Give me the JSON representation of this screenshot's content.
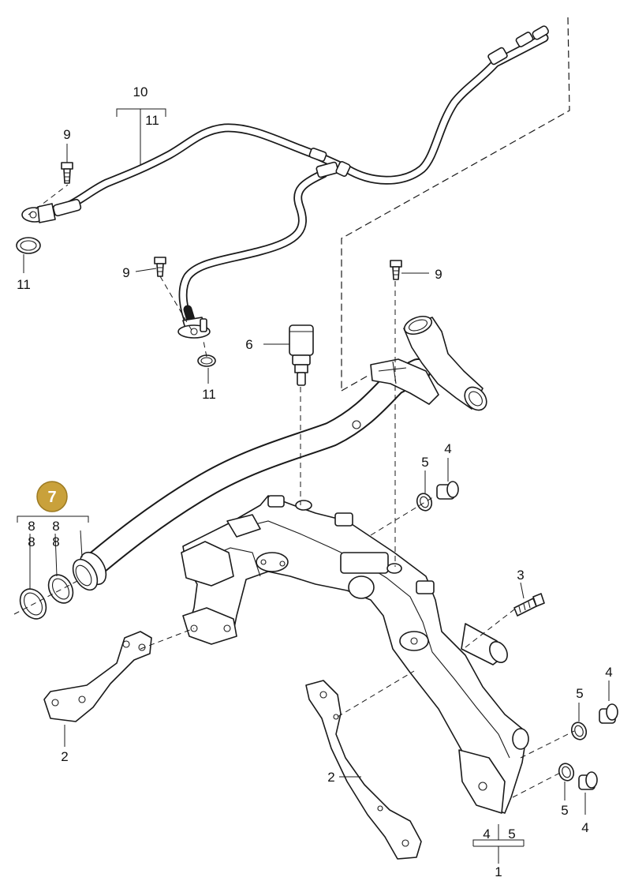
{
  "diagram": {
    "highlight_color": "#c9a13b",
    "line_color": "#1a1a1a",
    "highlighted_part": "7",
    "labels": {
      "p10": "10",
      "p11_bracket": "11",
      "p9_upper": "9",
      "p11_left": "11",
      "p9_middle": "9",
      "p11_middle": "11",
      "p6": "6",
      "p9_right": "9",
      "p5_upper": "5",
      "p4_upper": "4",
      "p8_a": "8",
      "p8_b": "8",
      "p8_c": "8",
      "p8_d": "8",
      "p3": "3",
      "p2_left": "2",
      "p2_bottom": "2",
      "p5_right": "5",
      "p4_right": "4",
      "p5_low": "5",
      "p4_low": "4",
      "p4_bracket": "4",
      "p5_bracket": "5",
      "p1": "1"
    }
  }
}
